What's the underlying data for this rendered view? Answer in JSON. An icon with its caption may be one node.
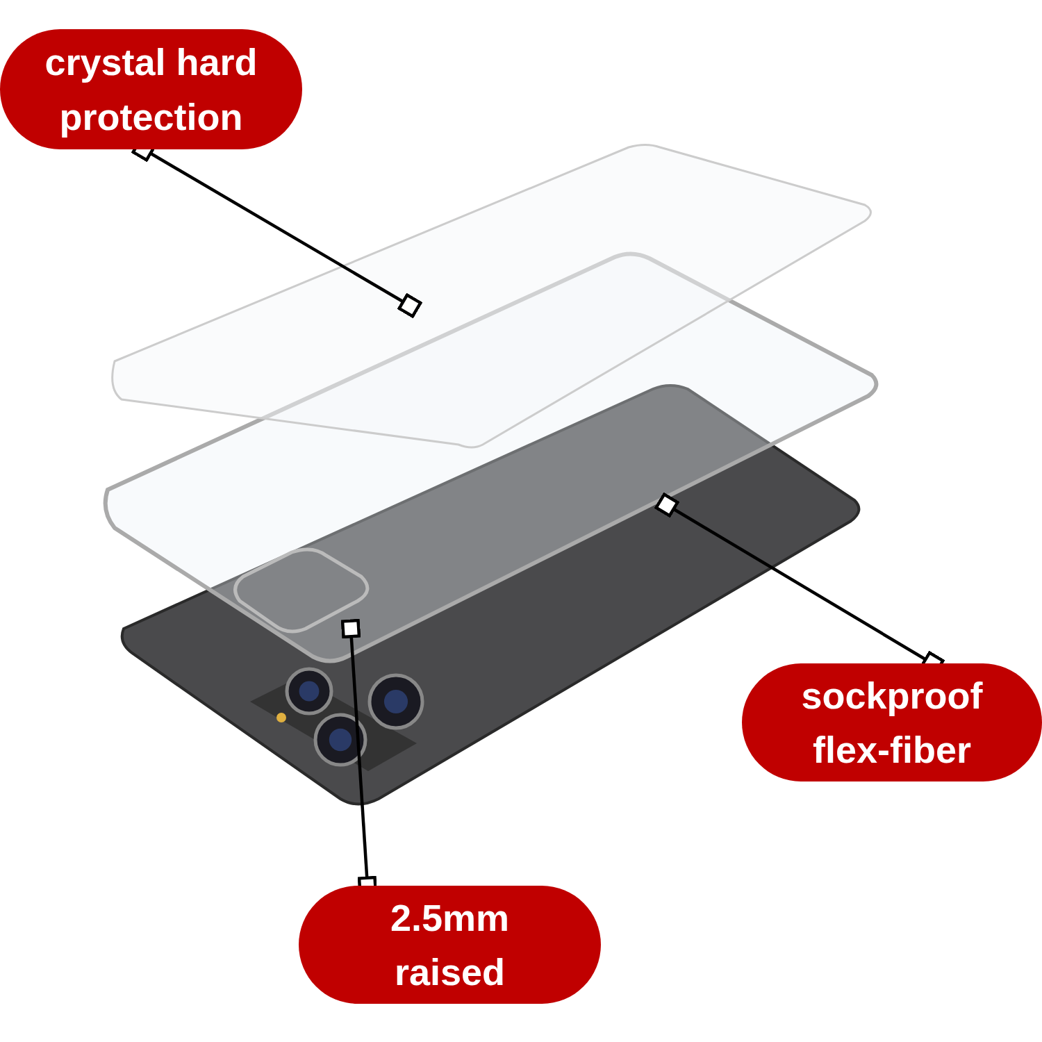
{
  "diagram": {
    "nodes": [
      {
        "text": [
          "crystal hard protection"
        ]
      },
      {
        "text": [
          "sockproof flex-fiber"
        ]
      },
      {
        "text": [
          "2.5mm raised"
        ]
      }
    ],
    "edges": [
      {
        "from": 0,
        "to": null,
        "arrow": "other"
      },
      {
        "from": 1,
        "to": null,
        "arrow": "other"
      },
      {
        "from": 2,
        "to": null,
        "arrow": "other"
      }
    ]
  }
}
